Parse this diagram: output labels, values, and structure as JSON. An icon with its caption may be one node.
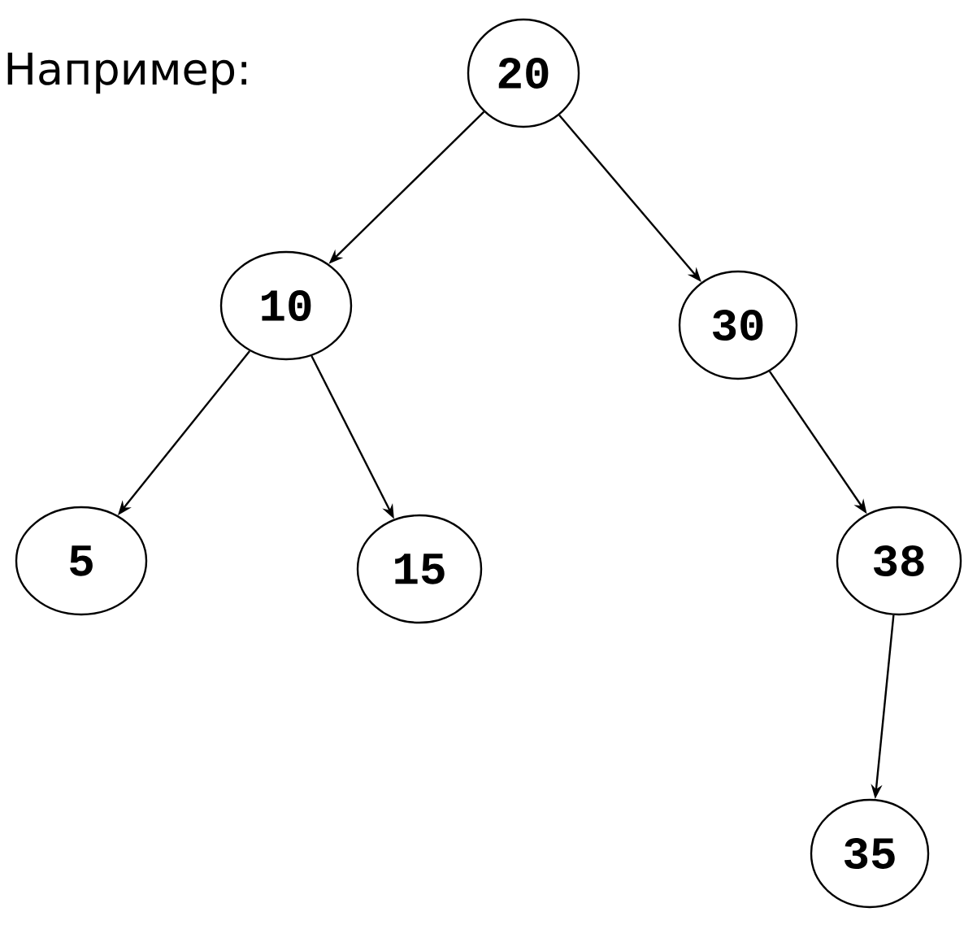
{
  "diagram": {
    "nodes": [
      {
        "text": [
          "20"
        ]
      },
      {
        "text": [
          "10"
        ]
      },
      {
        "text": [
          "30"
        ]
      },
      {
        "text": [
          "5"
        ]
      },
      {
        "text": [
          "15"
        ]
      },
      {
        "text": [
          "38"
        ]
      },
      {
        "text": [
          "35"
        ]
      }
    ],
    "edges": [
      {
        "from": 0,
        "to": 1,
        "arrow": "to"
      },
      {
        "from": 0,
        "to": 2,
        "arrow": "to"
      },
      {
        "from": 1,
        "to": 3,
        "arrow": "to"
      },
      {
        "from": 1,
        "to": 4,
        "arrow": "to"
      },
      {
        "from": 2,
        "to": 5,
        "arrow": "to"
      },
      {
        "from": 5,
        "to": 6,
        "arrow": "to"
      }
    ],
    "labels": [
      "Например:"
    ]
  }
}
